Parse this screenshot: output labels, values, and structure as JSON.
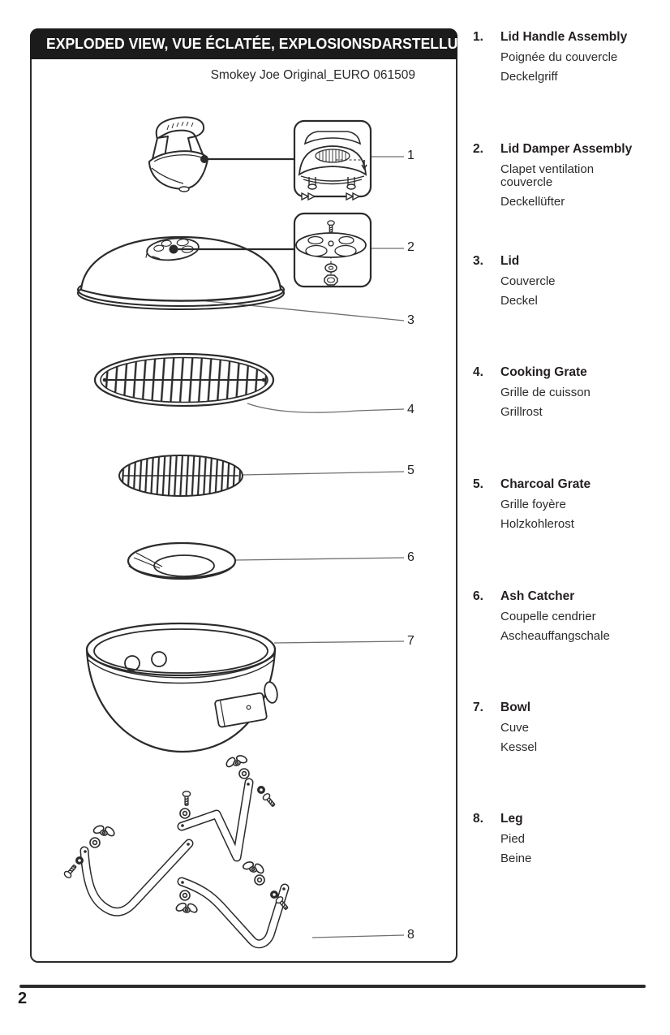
{
  "page": {
    "number": "2"
  },
  "colors": {
    "ink": "#2b2b2b",
    "header_bg": "#1b1b1b",
    "header_text": "#ffffff",
    "leader_line": "#6f6f6f"
  },
  "diagram": {
    "header": "EXPLODED VIEW, VUE ÉCLATÉE, EXPLOSIONSDARSTELLUNG",
    "subtitle": "Smokey Joe Original_EURO 061509",
    "callouts": [
      "1",
      "2",
      "3",
      "4",
      "5",
      "6",
      "7",
      "8"
    ]
  },
  "parts": [
    {
      "num": "1.",
      "en": "Lid Handle Assembly",
      "fr": "Poignée du couvercle",
      "de": "Deckelgriff"
    },
    {
      "num": "2.",
      "en": "Lid Damper Assembly",
      "fr": "Clapet ventilation couvercle",
      "de": "Deckellüfter"
    },
    {
      "num": "3.",
      "en": "Lid",
      "fr": "Couvercle",
      "de": "Deckel"
    },
    {
      "num": "4.",
      "en": "Cooking Grate",
      "fr": "Grille de cuisson",
      "de": "Grillrost"
    },
    {
      "num": "5.",
      "en": "Charcoal Grate",
      "fr": "Grille foyère",
      "de": "Holzkohlerost"
    },
    {
      "num": "6.",
      "en": "Ash Catcher",
      "fr": "Coupelle cendrier",
      "de": "Ascheauffangschale"
    },
    {
      "num": "7.",
      "en": "Bowl",
      "fr": "Cuve",
      "de": "Kessel"
    },
    {
      "num": "8.",
      "en": "Leg",
      "fr": "Pied",
      "de": "Beine"
    }
  ]
}
